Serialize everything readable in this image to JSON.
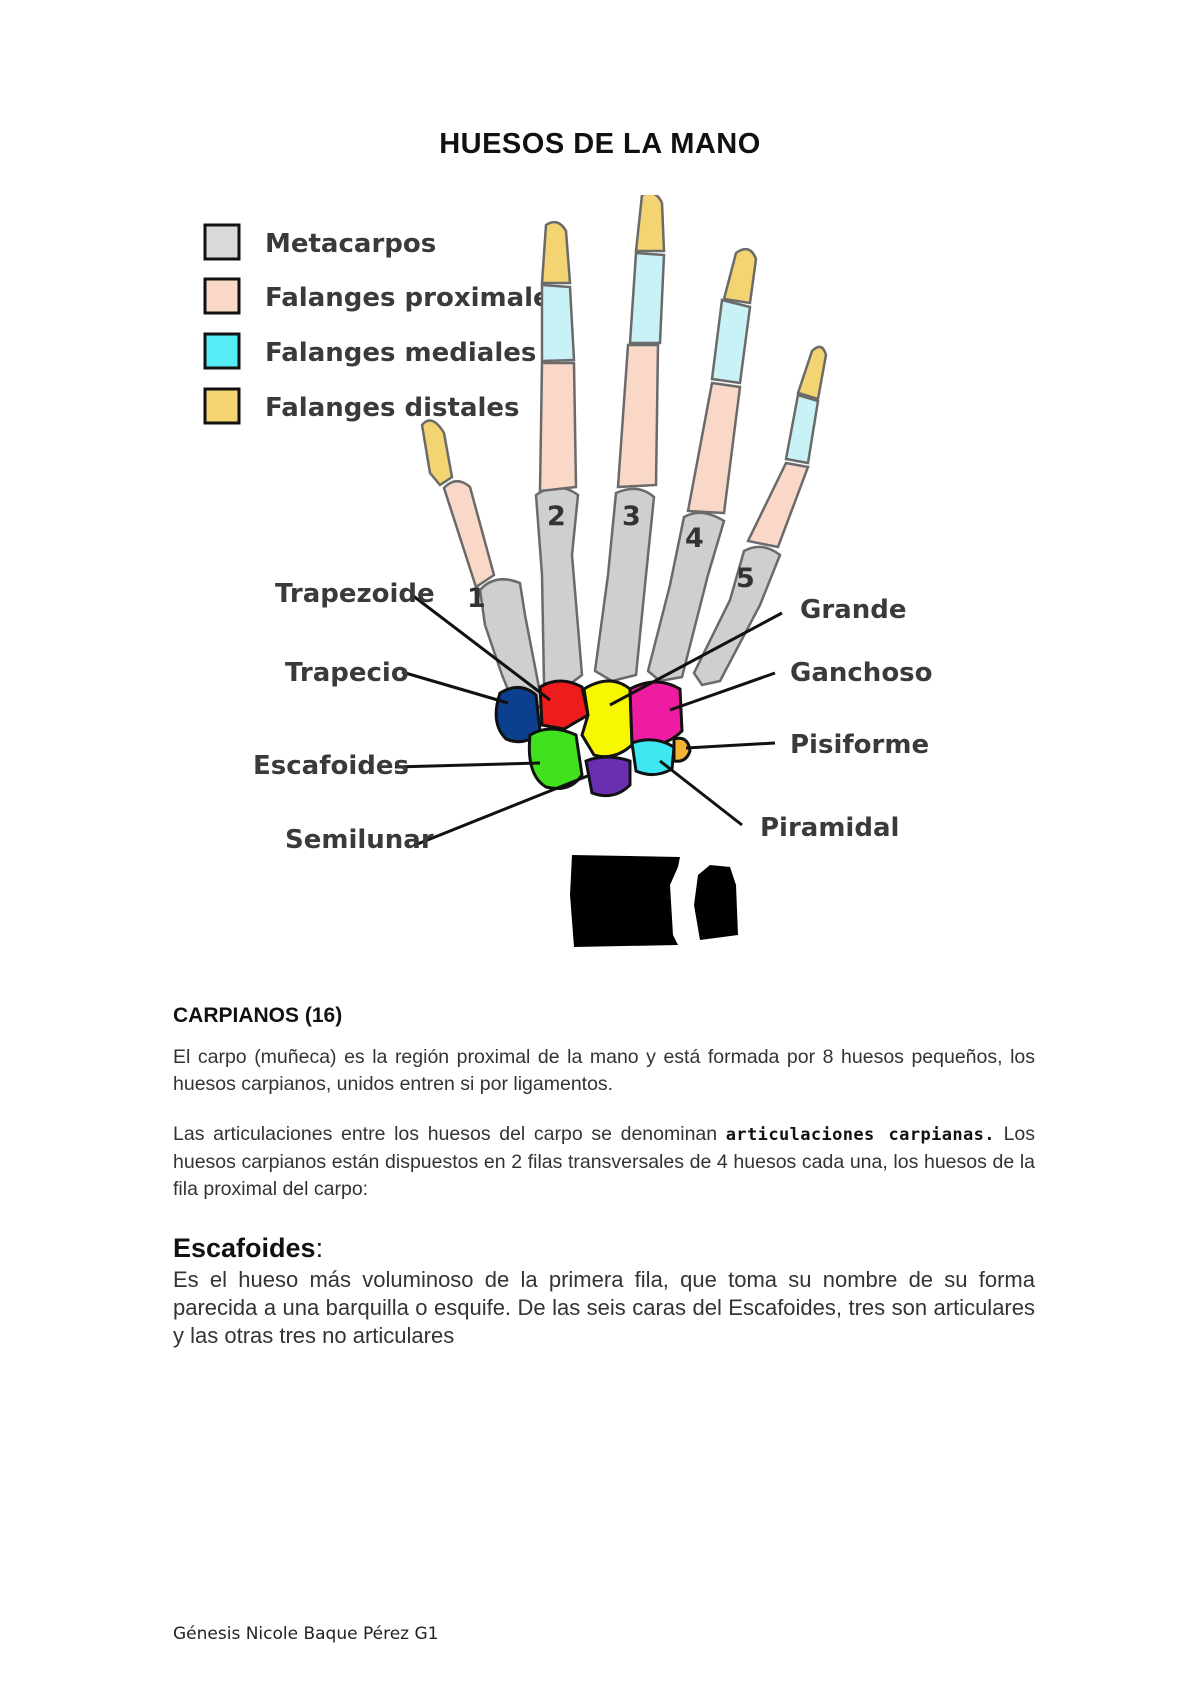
{
  "document": {
    "title": "HUESOS DE LA MANO",
    "legend": [
      {
        "label": "Metacarpos",
        "color": "#d9d9d9"
      },
      {
        "label": "Falanges proximales",
        "color": "#f9d8c8"
      },
      {
        "label": "Falanges mediales",
        "color": "#55ecf5"
      },
      {
        "label": "Falanges distales",
        "color": "#f4d372"
      }
    ],
    "finger_numbers": [
      "1",
      "2",
      "3",
      "4",
      "5"
    ],
    "callouts_left": [
      "Trapezoide",
      "Trapecio",
      "Escafoides",
      "Semilunar"
    ],
    "callouts_right": [
      "Grande",
      "Ganchoso",
      "Pisiforme",
      "Piramidal"
    ],
    "carpal_colors": {
      "trapecio": "#0d3f8f",
      "trapezoide": "#ee1c1c",
      "grande": "#f7f700",
      "ganchoso": "#ee1ca0",
      "escafoides": "#3fe21c",
      "semilunar": "#6a2fb0",
      "piramidal": "#3fe7f2",
      "pisiforme": "#f2b433"
    },
    "section_heading": "CARPIANOS (16)",
    "paragraph1": "El carpo (muñeca) es la región proximal de la mano y está formada por 8 huesos pequeños, los huesos carpianos, unidos entren si por ligamentos.",
    "paragraph2_before": "Las articulaciones entre los huesos del carpo se denominan ",
    "paragraph2_bold": "articulaciones carpianas.",
    "paragraph2_after": " Los huesos carpianos están dispuestos en 2 filas transversales de 4 huesos cada una, los huesos de la fila proximal del carpo:",
    "subheading": "Escafoides",
    "subheading_colon": ":",
    "paragraph3": "Es el hueso más voluminoso de la primera fila, que toma su nombre de su forma parecida a una barquilla o esquife. De las seis caras del Escafoides, tres son articulares y las otras tres no articulares",
    "footer": "Génesis Nicole Baque Pérez   G1"
  }
}
